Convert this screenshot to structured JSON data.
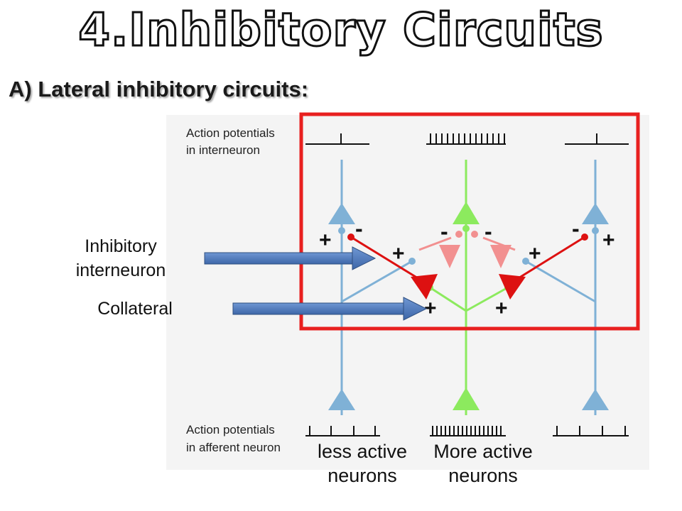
{
  "title": "4.Inhibitory Circuits",
  "subtitle": "A) Lateral inhibitory circuits:",
  "labels": {
    "inhibitory_interneuron": "Inhibitory interneuron",
    "inhibitory_line1": "Inhibitory",
    "inhibitory_line2": "interneuron",
    "collateral": "Collateral"
  },
  "diagram": {
    "top_label_line1": "Action potentials",
    "top_label_line2": "in interneuron",
    "bottom_label_line1": "Action potentials",
    "bottom_label_line2": "in afferent neuron",
    "sign_plus": "+",
    "sign_minus": "-",
    "colors": {
      "side_neuron": "#7fb1d6",
      "center_neuron": "#8cea5e",
      "inhibitory": "#dd1111",
      "inhibitory_light": "#f29090",
      "highlight_box": "#e8201f",
      "arrow": "#4a76b8"
    }
  },
  "bottom": {
    "less_line1": "less active",
    "less_line2": "neurons",
    "more_line1": "More active",
    "more_line2": "neurons"
  }
}
